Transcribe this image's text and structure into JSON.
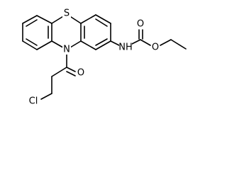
{
  "molecule": {
    "atoms": {
      "S": "S",
      "N_ring": "N",
      "NH": "NH",
      "O_carbamate_carbonyl": "O",
      "O_carbamate_ester": "O",
      "O_acyl": "O",
      "Cl": "Cl"
    }
  },
  "colors": {
    "bond": "#000000",
    "label": "#000000",
    "background": "#ffffff"
  }
}
